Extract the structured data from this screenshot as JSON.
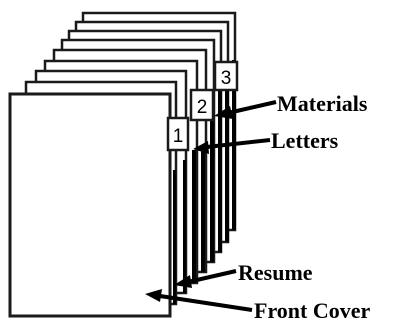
{
  "diagram": {
    "tabs": [
      "1",
      "2",
      "3"
    ],
    "labels": {
      "materials": "Materials",
      "letters": "Letters",
      "resume": "Resume",
      "front_cover": "Front Cover"
    },
    "colors": {
      "page_fill": "#ffffff",
      "page_edge": "#1a1a1a",
      "spine_shadow": "#000000",
      "tab_fill": "#ffffff",
      "arrow": "#000000"
    }
  }
}
